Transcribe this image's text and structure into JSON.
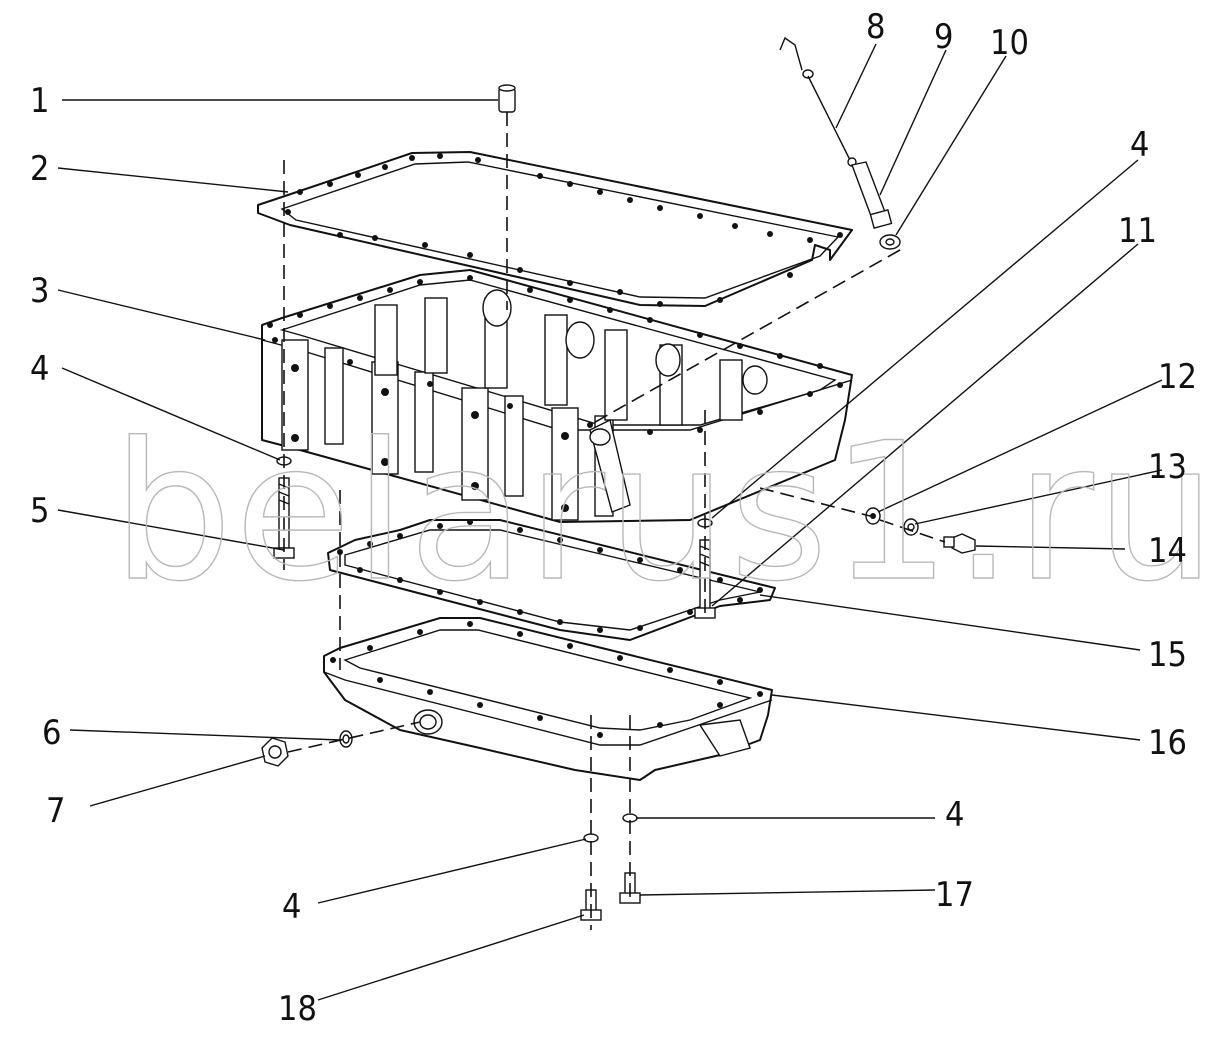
{
  "watermark": "belarus1.ru",
  "callouts": [
    {
      "label": "1"
    },
    {
      "label": "2"
    },
    {
      "label": "3"
    },
    {
      "label": "4"
    },
    {
      "label": "5"
    },
    {
      "label": "6"
    },
    {
      "label": "7"
    },
    {
      "label": "8"
    },
    {
      "label": "9"
    },
    {
      "label": "10"
    },
    {
      "label": "4"
    },
    {
      "label": "11"
    },
    {
      "label": "12"
    },
    {
      "label": "13"
    },
    {
      "label": "14"
    },
    {
      "label": "15"
    },
    {
      "label": "16"
    },
    {
      "label": "4"
    },
    {
      "label": "4"
    },
    {
      "label": "17"
    },
    {
      "label": "18"
    }
  ]
}
